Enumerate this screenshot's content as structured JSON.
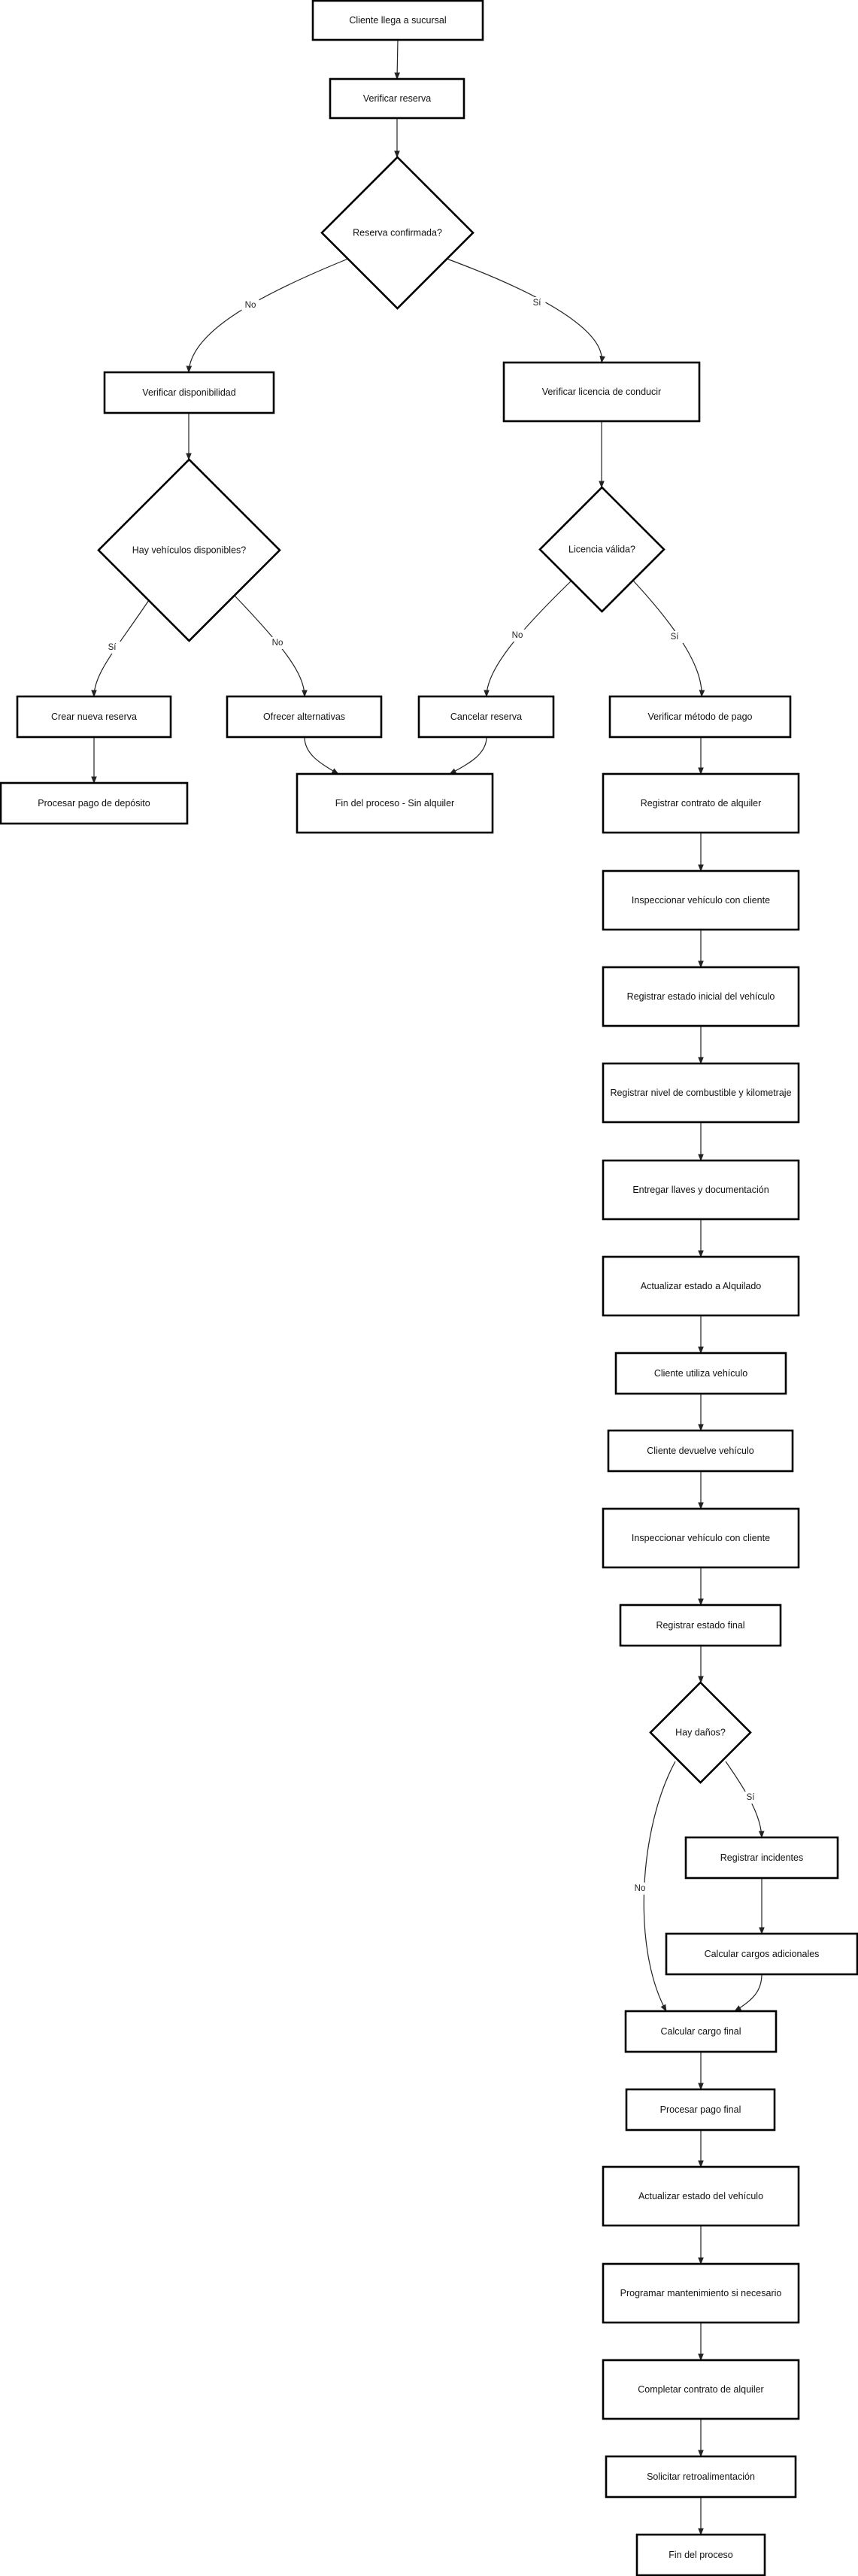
{
  "diagram": {
    "nodes": [
      {
        "id": "n1",
        "shape": "rect",
        "label": "Cliente llega a sucursal"
      },
      {
        "id": "n2",
        "shape": "rect",
        "label": "Verificar reserva"
      },
      {
        "id": "n3",
        "shape": "diamond",
        "label": "Reserva confirmada?"
      },
      {
        "id": "n4",
        "shape": "rect",
        "label": "Verificar disponibilidad"
      },
      {
        "id": "n5",
        "shape": "rect",
        "label": "Verificar licencia de conducir"
      },
      {
        "id": "n6",
        "shape": "diamond",
        "label": "Hay vehículos disponibles?"
      },
      {
        "id": "n7",
        "shape": "diamond",
        "label": "Licencia válida?"
      },
      {
        "id": "n8",
        "shape": "rect",
        "label": "Crear nueva reserva"
      },
      {
        "id": "n9",
        "shape": "rect",
        "label": "Ofrecer alternativas"
      },
      {
        "id": "n10",
        "shape": "rect",
        "label": "Cancelar reserva"
      },
      {
        "id": "n11",
        "shape": "rect",
        "label": "Verificar método de pago"
      },
      {
        "id": "n12",
        "shape": "rect",
        "label": "Procesar pago de depósito"
      },
      {
        "id": "n13",
        "shape": "rect",
        "label": "Fin del proceso - Sin alquiler"
      },
      {
        "id": "n14",
        "shape": "rect",
        "label": "Registrar contrato de alquiler"
      },
      {
        "id": "n15",
        "shape": "rect",
        "label": "Inspeccionar vehículo con cliente"
      },
      {
        "id": "n16",
        "shape": "rect",
        "label": "Registrar estado inicial del vehículo"
      },
      {
        "id": "n17",
        "shape": "rect",
        "label": "Registrar nivel de combustible y kilometraje"
      },
      {
        "id": "n18",
        "shape": "rect",
        "label": "Entregar llaves y documentación"
      },
      {
        "id": "n19",
        "shape": "rect",
        "label": "Actualizar estado a Alquilado"
      },
      {
        "id": "n20",
        "shape": "rect",
        "label": "Cliente utiliza vehículo"
      },
      {
        "id": "n21",
        "shape": "rect",
        "label": "Cliente devuelve vehículo"
      },
      {
        "id": "n22",
        "shape": "rect",
        "label": "Inspeccionar vehículo con cliente"
      },
      {
        "id": "n23",
        "shape": "rect",
        "label": "Registrar estado final"
      },
      {
        "id": "n24",
        "shape": "diamond",
        "label": "Hay daños?"
      },
      {
        "id": "n25",
        "shape": "rect",
        "label": "Registrar incidentes"
      },
      {
        "id": "n26",
        "shape": "rect",
        "label": "Calcular cargos adicionales"
      },
      {
        "id": "n27",
        "shape": "rect",
        "label": "Calcular cargo final"
      },
      {
        "id": "n28",
        "shape": "rect",
        "label": "Procesar pago final"
      },
      {
        "id": "n29",
        "shape": "rect",
        "label": "Actualizar estado del vehículo"
      },
      {
        "id": "n30",
        "shape": "rect",
        "label": "Programar mantenimiento si necesario"
      },
      {
        "id": "n31",
        "shape": "rect",
        "label": "Completar contrato de alquiler"
      },
      {
        "id": "n32",
        "shape": "rect",
        "label": "Solicitar retroalimentación"
      },
      {
        "id": "n33",
        "shape": "rect",
        "label": "Fin del proceso"
      }
    ],
    "edges": [
      {
        "from": "n1",
        "to": "n2",
        "label": ""
      },
      {
        "from": "n2",
        "to": "n3",
        "label": ""
      },
      {
        "from": "n3",
        "to": "n4",
        "label": "No"
      },
      {
        "from": "n3",
        "to": "n5",
        "label": "Sí"
      },
      {
        "from": "n4",
        "to": "n6",
        "label": ""
      },
      {
        "from": "n5",
        "to": "n7",
        "label": ""
      },
      {
        "from": "n6",
        "to": "n8",
        "label": "Sí"
      },
      {
        "from": "n6",
        "to": "n9",
        "label": "No"
      },
      {
        "from": "n7",
        "to": "n10",
        "label": "No"
      },
      {
        "from": "n7",
        "to": "n11",
        "label": "Sí"
      },
      {
        "from": "n8",
        "to": "n12",
        "label": ""
      },
      {
        "from": "n9",
        "to": "n13",
        "label": ""
      },
      {
        "from": "n10",
        "to": "n13",
        "label": ""
      },
      {
        "from": "n11",
        "to": "n14",
        "label": ""
      },
      {
        "from": "n14",
        "to": "n15",
        "label": ""
      },
      {
        "from": "n15",
        "to": "n16",
        "label": ""
      },
      {
        "from": "n16",
        "to": "n17",
        "label": ""
      },
      {
        "from": "n17",
        "to": "n18",
        "label": ""
      },
      {
        "from": "n18",
        "to": "n19",
        "label": ""
      },
      {
        "from": "n19",
        "to": "n20",
        "label": ""
      },
      {
        "from": "n20",
        "to": "n21",
        "label": ""
      },
      {
        "from": "n21",
        "to": "n22",
        "label": ""
      },
      {
        "from": "n22",
        "to": "n23",
        "label": ""
      },
      {
        "from": "n23",
        "to": "n24",
        "label": ""
      },
      {
        "from": "n24",
        "to": "n25",
        "label": "Sí"
      },
      {
        "from": "n24",
        "to": "n27",
        "label": "No"
      },
      {
        "from": "n25",
        "to": "n26",
        "label": ""
      },
      {
        "from": "n26",
        "to": "n27",
        "label": ""
      },
      {
        "from": "n27",
        "to": "n28",
        "label": ""
      },
      {
        "from": "n28",
        "to": "n29",
        "label": ""
      },
      {
        "from": "n29",
        "to": "n30",
        "label": ""
      },
      {
        "from": "n30",
        "to": "n31",
        "label": ""
      },
      {
        "from": "n31",
        "to": "n32",
        "label": ""
      },
      {
        "from": "n32",
        "to": "n33",
        "label": ""
      }
    ]
  }
}
